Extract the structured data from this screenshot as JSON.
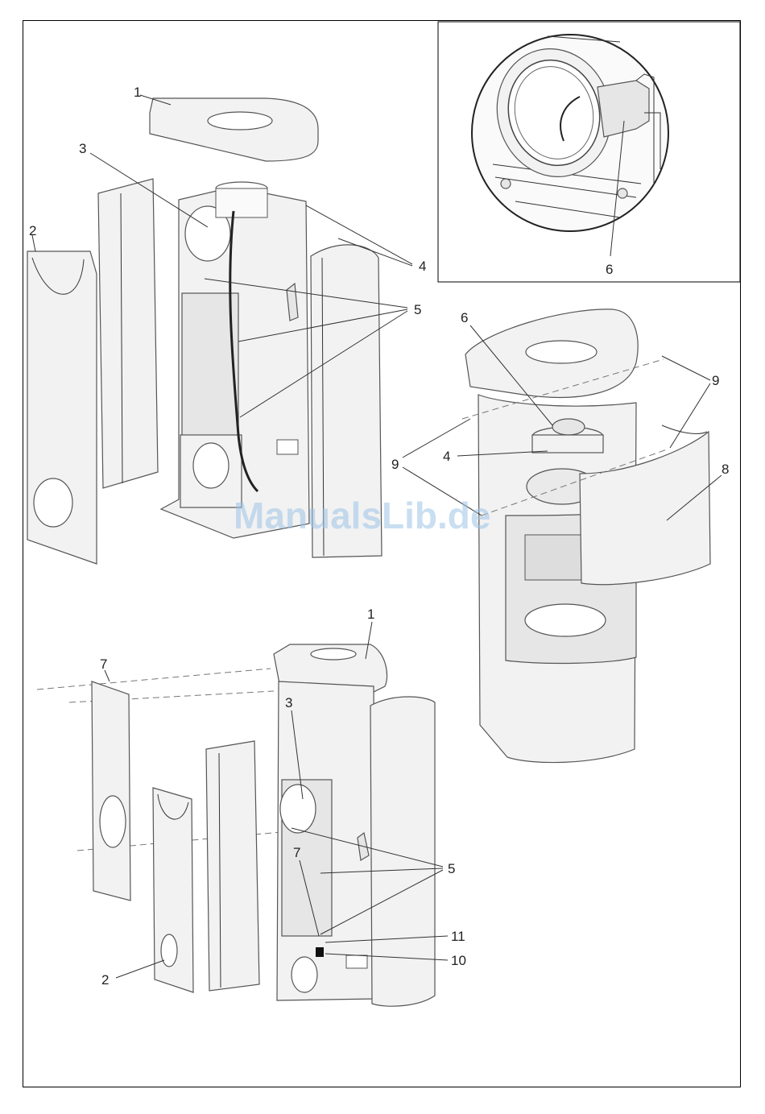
{
  "labels": {
    "top_view": {
      "n1": "1",
      "n2": "2",
      "n3": "3",
      "n4": "4",
      "n5": "5"
    },
    "inset": {
      "n6": "6"
    },
    "right_view": {
      "n6": "6",
      "n4": "4",
      "n8": "8",
      "n9a": "9",
      "n9b": "9"
    },
    "bottom_view": {
      "n1": "1",
      "n2": "2",
      "n3": "3",
      "n5": "5",
      "n7a": "7",
      "n7b": "7",
      "n10": "10",
      "n11": "11"
    }
  },
  "watermark": "ManualsLib.de",
  "colors": {
    "line": "#333333",
    "panel": "#f2f2f2",
    "watermark": "#9cc3e6"
  }
}
